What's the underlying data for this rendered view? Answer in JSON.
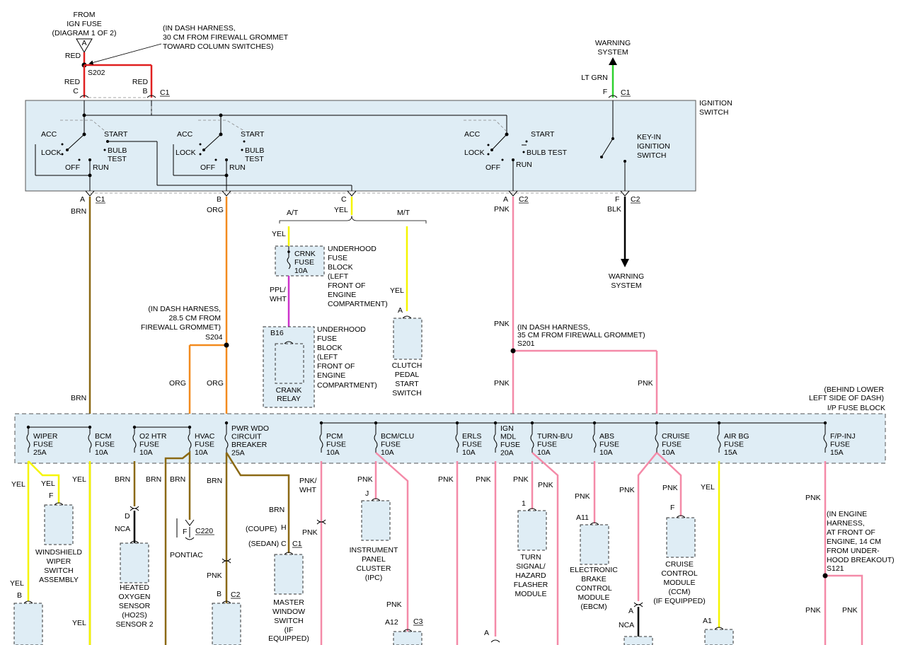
{
  "colors": {
    "red": "#e02020",
    "brown": "#8b6914",
    "orange": "#f28a1d",
    "yellow": "#f5f500",
    "pink": "#f48aa8",
    "green": "#2ed12e",
    "purple": "#cc33cc",
    "black": "#000000",
    "box_fill": "#dfedf5"
  },
  "feed": {
    "line1": "FROM",
    "line2": "IGN FUSE",
    "line3": "(DIAGRAM 1 OF 2)",
    "terminal": "A",
    "wire": "RED",
    "splice": "S202",
    "note1": "(IN DASH HARNESS,",
    "note2": "30 CM FROM FIREWALL GROMMET",
    "note3": "TOWARD COLUMN SWITCHES)"
  },
  "top_pins": {
    "c_wire": "RED",
    "c_pin": "C",
    "b_wire": "RED",
    "b_pin": "B",
    "conn": "C1",
    "f_wire": "LT GRN",
    "f_pin": "F",
    "f_conn": "C1",
    "warn1": "WARNING",
    "warn2": "SYSTEM"
  },
  "ignition": {
    "title1": "IGNITION",
    "title2": "SWITCH",
    "acc": "ACC",
    "start": "START",
    "lock": "LOCK",
    "bulb": "BULB",
    "test": "TEST",
    "bulb_test": "BULB TEST",
    "off": "OFF",
    "run": "RUN",
    "keyin1": "KEY-IN",
    "keyin2": "IGNITION",
    "keyin3": "SWITCH"
  },
  "bottom_pins": {
    "a": "A",
    "c1": "C1",
    "b": "B",
    "c": "C",
    "c2": "C2",
    "f": "F",
    "brn": "BRN",
    "org": "ORG",
    "pnk": "PNK",
    "blk": "BLK",
    "warn1": "WARNING",
    "warn2": "SYSTEM"
  },
  "branch": {
    "at": "A/T",
    "mt": "M/T",
    "yel": "YEL",
    "crnk_fuse": [
      "CRNK",
      "FUSE",
      "10A"
    ],
    "underhood1": [
      "UNDERHOOD",
      "FUSE",
      "BLOCK",
      "(LEFT",
      "FRONT OF",
      "ENGINE",
      "COMPARTMENT)"
    ],
    "ppl_wht": [
      "PPL/",
      "WHT"
    ],
    "b16": "B16",
    "crank_relay": [
      "CRANK",
      "RELAY"
    ],
    "underhood2": [
      "UNDERHOOD",
      "FUSE",
      "BLOCK",
      "(LEFT",
      "FRONT OF",
      "ENGINE",
      "COMPARTMENT)"
    ],
    "clutch_pin": "A",
    "clutch": [
      "CLUTCH",
      "PEDAL",
      "START",
      "SWITCH"
    ]
  },
  "splices": {
    "s204_note": [
      "(IN DASH HARNESS,",
      "28.5 CM FROM",
      "FIREWALL GROMMET)"
    ],
    "s204": "S204",
    "s201_note": [
      "(IN DASH HARNESS,",
      "35 CM FROM FIREWALL GROMMET)"
    ],
    "s201": "S201"
  },
  "fuse_block": {
    "title": [
      "(BEHIND LOWER",
      "LEFT SIDE OF DASH)",
      "I/P FUSE BLOCK"
    ],
    "fuses": [
      [
        "WIPER",
        "FUSE",
        "25A"
      ],
      [
        "BCM",
        "FUSE",
        "10A"
      ],
      [
        "O2 HTR",
        "FUSE",
        "10A"
      ],
      [
        "HVAC",
        "FUSE",
        "10A"
      ],
      [
        "PWR WDO",
        "CIRCUIT",
        "BREAKER",
        "25A"
      ],
      [
        "PCM",
        "FUSE",
        "10A"
      ],
      [
        "BCM/CLU",
        "FUSE",
        "10A"
      ],
      [
        "ERLS",
        "FUSE",
        "10A"
      ],
      [
        "IGN",
        "MDL",
        "FUSE",
        "20A"
      ],
      [
        "TURN-B/U",
        "FUSE",
        "10A"
      ],
      [
        "ABS",
        "FUSE",
        "10A"
      ],
      [
        "CRUISE",
        "FUSE",
        "10A"
      ],
      [
        "AIR BG",
        "FUSE",
        "15A"
      ],
      [
        "F/P-INJ",
        "FUSE",
        "15A"
      ]
    ]
  },
  "wire_labels": {
    "brn": "BRN",
    "org": "ORG",
    "pnk": "PNK",
    "yel": "YEL",
    "nca": "NCA",
    "pnk_wht": [
      "PNK/",
      "WHT"
    ]
  },
  "lower": {
    "wiper_pin": "F",
    "wiper": [
      "WINDSHIELD",
      "WIPER",
      "SWITCH",
      "ASSEMBLY"
    ],
    "pin_b": "B",
    "pin_d": "D",
    "ho2s": [
      "HEATED",
      "OXYGEN",
      "SENSOR",
      "(HO2S)",
      "SENSOR 2"
    ],
    "pin_f": "F",
    "c220": "C220",
    "pontiac": "PONTIAC",
    "coupe": "(COUPE)",
    "sedan": "(SEDAN)",
    "pin_h": "H",
    "pin_c": "C",
    "c1": "C1",
    "mws": [
      "MASTER",
      "WINDOW",
      "SWITCH",
      "(IF",
      "EQUIPPED)"
    ],
    "c2": "C2",
    "ipc_pin": "J",
    "ipc": [
      "INSTRUMENT",
      "PANEL",
      "CLUSTER",
      "(IPC)"
    ],
    "a12": "A12",
    "c3": "C3",
    "tsh_pin": "1",
    "tsh": [
      "TURN",
      "SIGNAL/",
      "HAZARD",
      "FLASHER",
      "MODULE"
    ],
    "ebcm_pin": "A11",
    "ebcm": [
      "ELECTRONIC",
      "BRAKE",
      "CONTROL",
      "MODULE",
      "(EBCM)"
    ],
    "ccm_pin": "F",
    "ccm": [
      "CRUISE",
      "CONTROL",
      "MODULE",
      "(CCM)",
      "(IF EQUIPPED)"
    ],
    "pin_a": "A",
    "a1": "A1",
    "s121_note": [
      "(IN ENGINE",
      "HARNESS,",
      "AT FRONT OF",
      "ENGINE, 14 CM",
      "FROM UNDER-",
      "HOOD BREAKOUT)"
    ],
    "s121": "S121"
  }
}
